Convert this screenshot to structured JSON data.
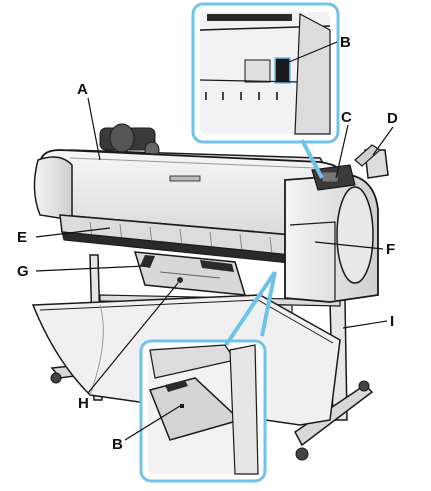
{
  "callouts": [
    {
      "id": "A",
      "label": "A"
    },
    {
      "id": "B-top",
      "label": "B"
    },
    {
      "id": "C",
      "label": "C"
    },
    {
      "id": "D",
      "label": "D"
    },
    {
      "id": "E",
      "label": "E"
    },
    {
      "id": "F",
      "label": "F"
    },
    {
      "id": "G",
      "label": "G"
    },
    {
      "id": "H",
      "label": "H"
    },
    {
      "id": "I",
      "label": "I"
    },
    {
      "id": "B-bottom",
      "label": "B"
    }
  ],
  "colors": {
    "printer_body": "#efefef",
    "printer_outline": "#1a1a1a",
    "shadow": "#cfcfcf",
    "inset_border": "#6fc3e8",
    "leader_line": "#6fc3e8",
    "dark_part": "#2a2a2a"
  },
  "icons": [
    "printer-illustration",
    "roll-holder",
    "paper-basket",
    "stand",
    "caster-wheel"
  ]
}
